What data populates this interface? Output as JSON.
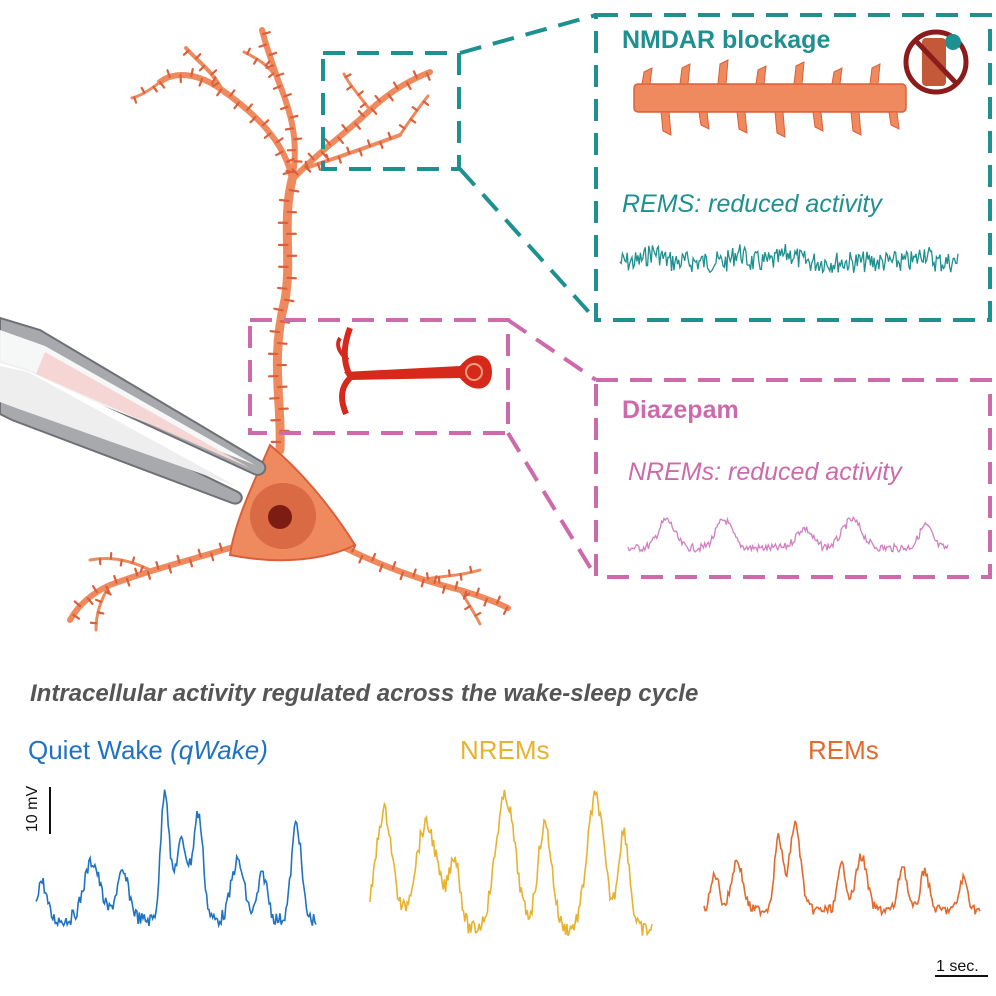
{
  "colors": {
    "neuron": "#ef8a5e",
    "neuron_outline": "#d9603a",
    "teal": "#1e9090",
    "pink": "#cc6aab",
    "pink_trace": "#d27fc2",
    "qwake": "#1f73c2",
    "nrem": "#e8b22e",
    "rem": "#e26a2c",
    "heading": "#555555",
    "red_sign": "#8b1c1c",
    "inset_neuron": "#d7291b"
  },
  "nmdar_box": {
    "title": "NMDAR blockage",
    "subtitle": "REMS: reduced activity",
    "icon": "no-sign-receptor-icon"
  },
  "diazepam_box": {
    "title": "Diazepam",
    "subtitle": "NREMs: reduced activity"
  },
  "heading": "Intracellular activity regulated across the wake-sleep cycle",
  "conditions": {
    "qwake_main": "Quiet Wake ",
    "qwake_italic": "(qWake)",
    "nrem": "NREMs",
    "rem": "REMs"
  },
  "scale_bars": {
    "voltage": "10 mV",
    "time": "1 sec."
  }
}
